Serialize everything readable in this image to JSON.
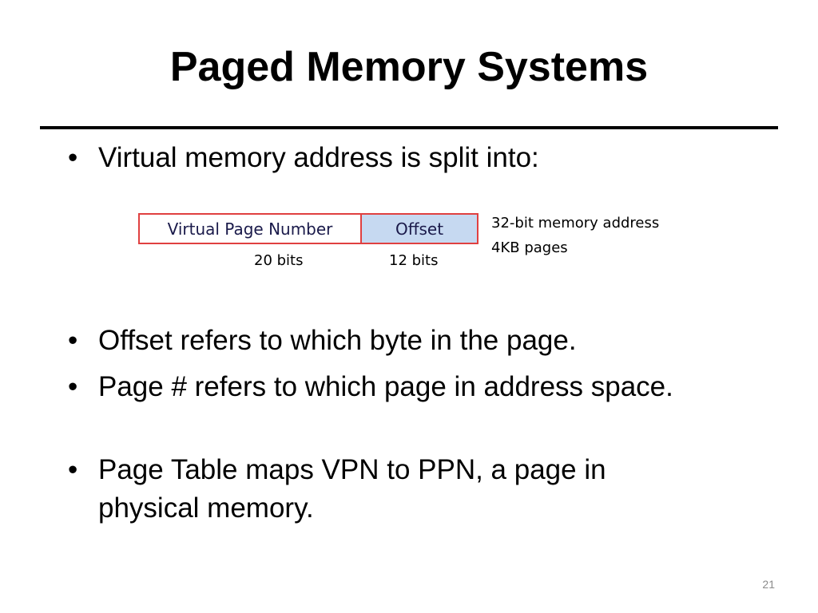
{
  "slide": {
    "title": "Paged Memory Systems",
    "bullet_marker": "•",
    "bullets": [
      "Virtual memory address is split into:",
      "Offset refers to which byte in the page.",
      "Page # refers to which page in address space.",
      "Page Table maps VPN to PPN, a page in physical memory."
    ],
    "address_diagram": {
      "vpn_label": "Virtual Page Number",
      "offset_label": "Offset",
      "vpn_bits": "20 bits",
      "offset_bits": "12 bits",
      "box_border_color": "#e04040",
      "offset_fill_color": "#c6d9f1"
    },
    "notes": [
      "32-bit memory address",
      "4KB pages"
    ],
    "page_number": "21"
  }
}
